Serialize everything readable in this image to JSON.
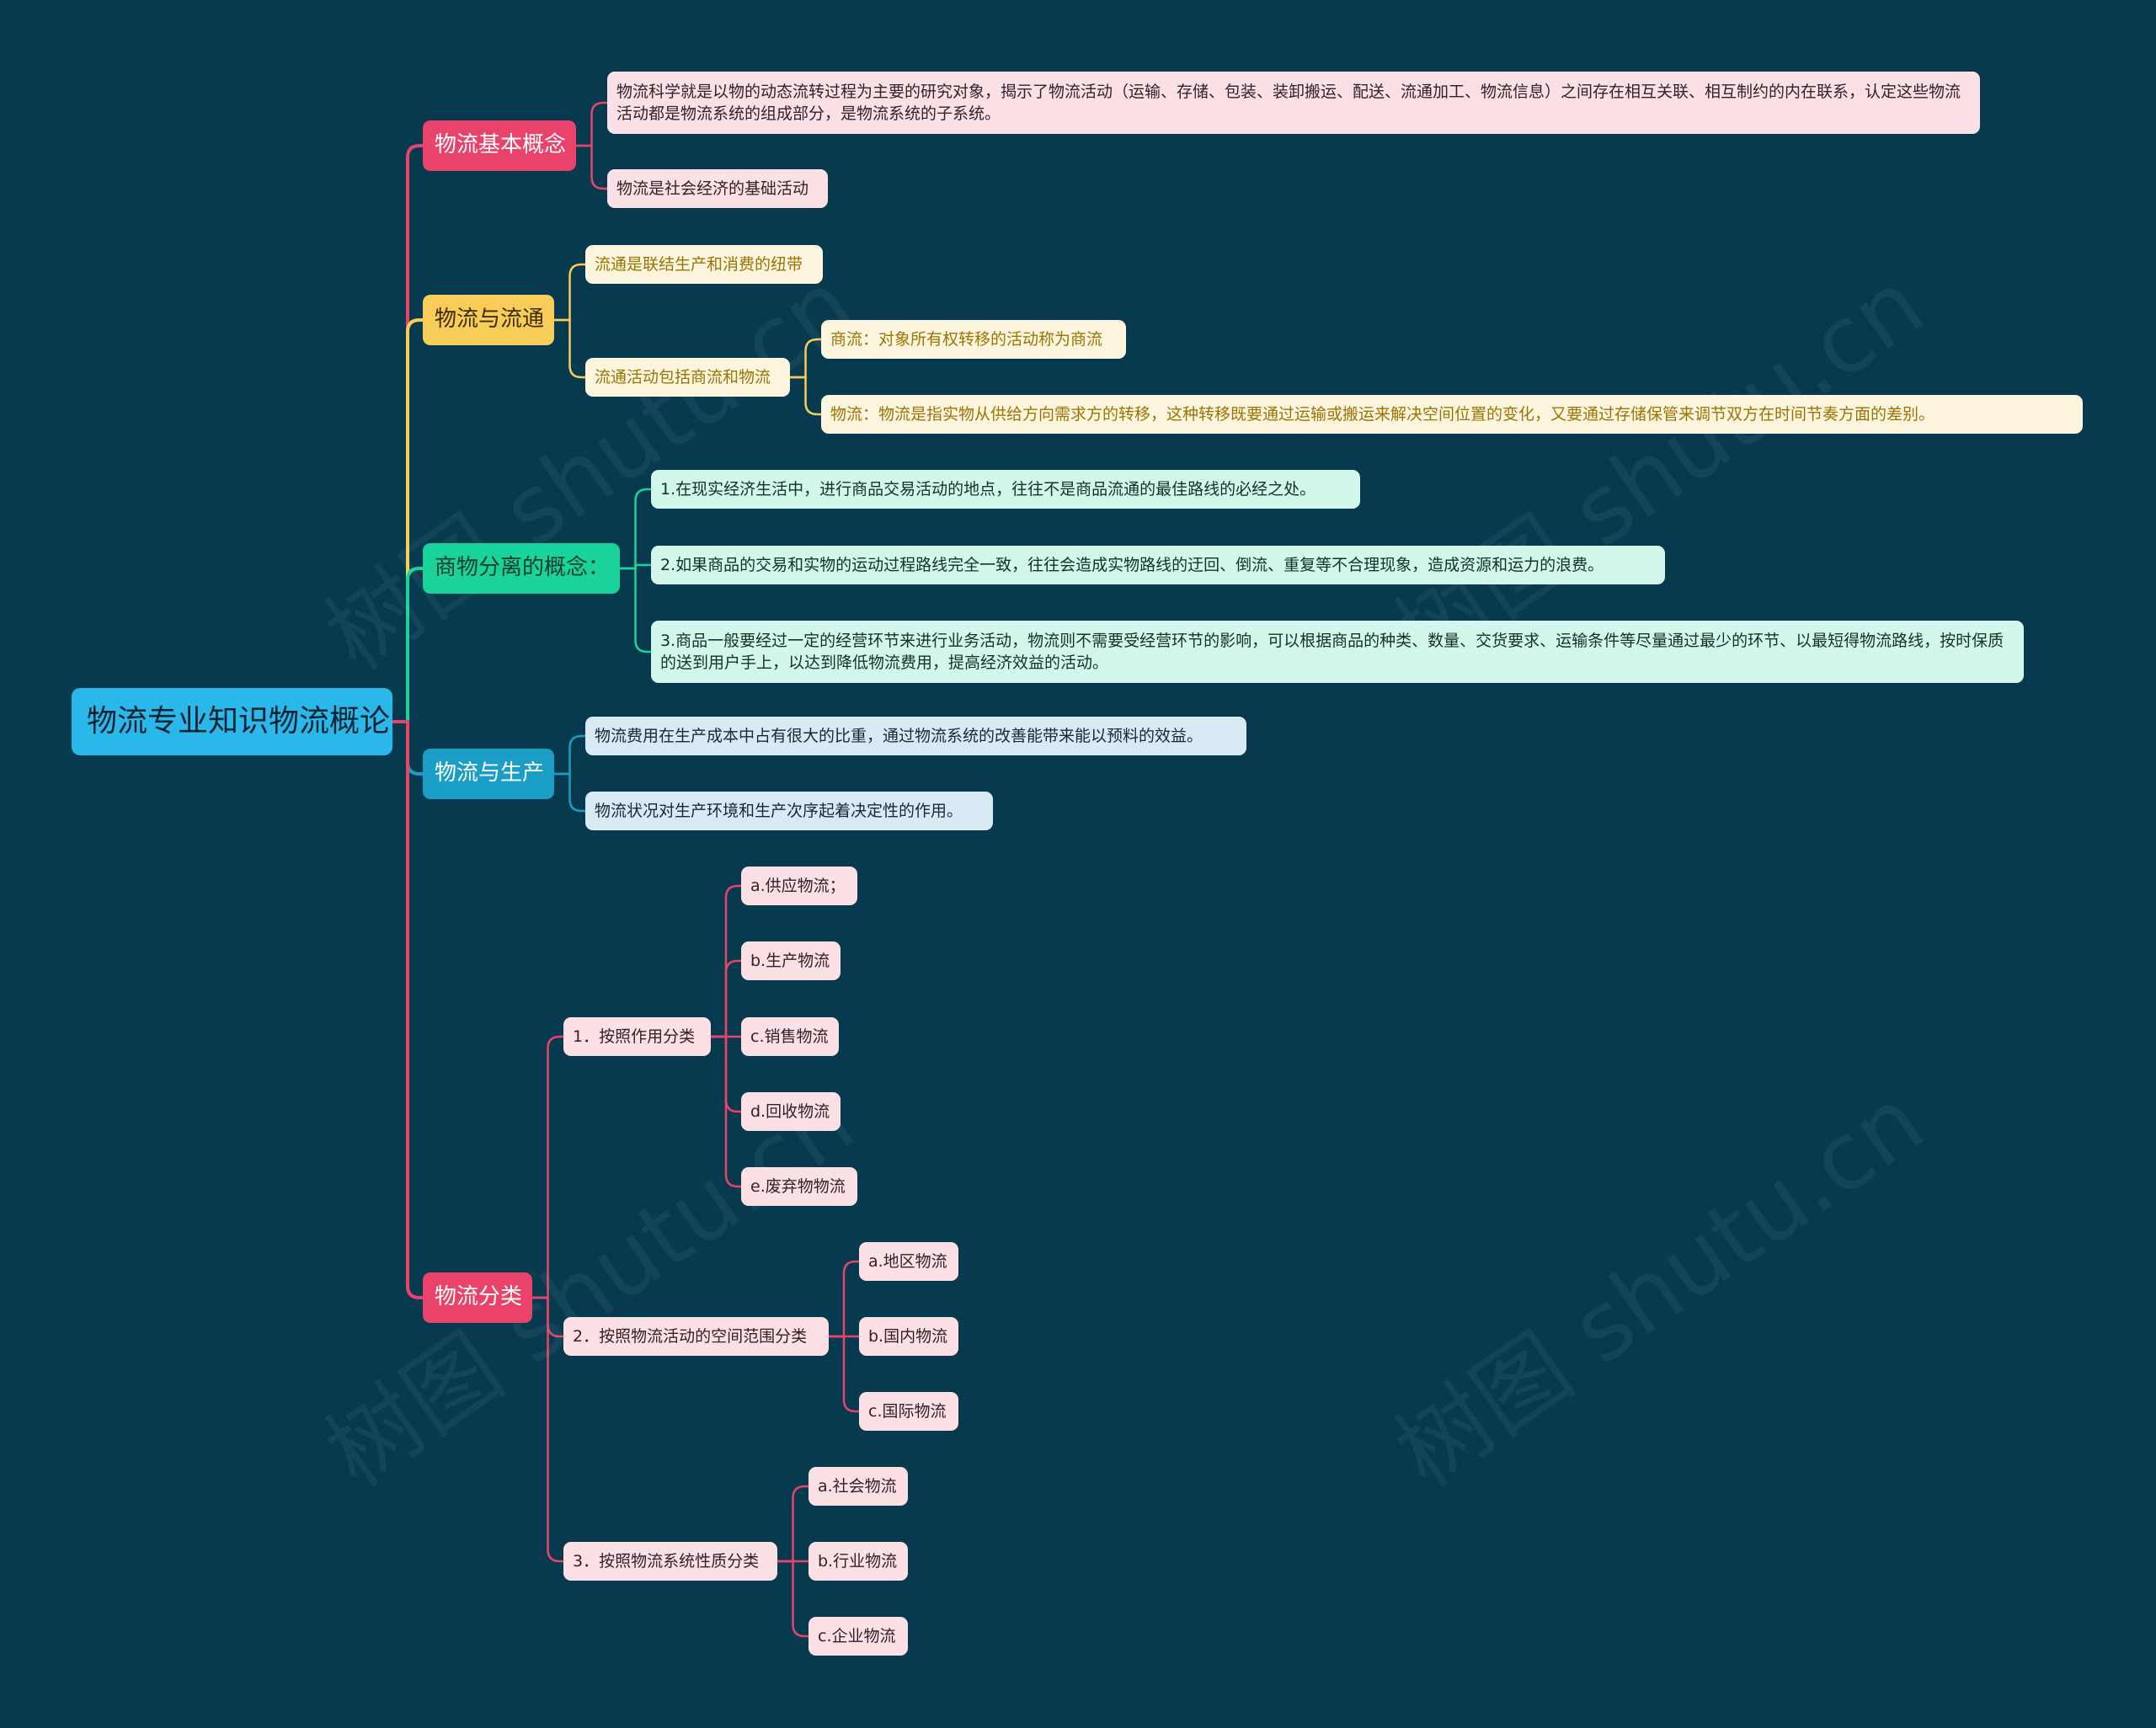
{
  "colors": {
    "background": "#073a4e",
    "red": "#e9436b",
    "yellow": "#f8cc58",
    "green": "#1ad39a",
    "blue": "#1a9ec6",
    "root": "#2ab8ea"
  },
  "watermark": "树图 shutu.cn",
  "mindmap": {
    "root": "物流专业知识物流概论",
    "branches": [
      {
        "label": "物流基本概念",
        "children": [
          {
            "label": "物流科学就是以物的动态流转过程为主要的研究对象，揭示了物流活动（运输、存储、包装、装卸搬运、配送、流通加工、物流信息）之间存在相互关联、相互制约的内在联系，认定这些物流活动都是物流系统的组成部分，是物流系统的子系统。"
          },
          {
            "label": "物流是社会经济的基础活动"
          }
        ]
      },
      {
        "label": "物流与流通",
        "children": [
          {
            "label": "流通是联结生产和消费的纽带"
          },
          {
            "label": "流通活动包括商流和物流",
            "children": [
              {
                "label": "商流：对象所有权转移的活动称为商流"
              },
              {
                "label": "物流：物流是指实物从供给方向需求方的转移，这种转移既要通过运输或搬运来解决空间位置的变化，又要通过存储保管来调节双方在时间节奏方面的差别。"
              }
            ]
          }
        ]
      },
      {
        "label": "商物分离的概念：",
        "children": [
          {
            "label": "1.在现实经济生活中，进行商品交易活动的地点，往往不是商品流通的最佳路线的必经之处。"
          },
          {
            "label": "2.如果商品的交易和实物的运动过程路线完全一致，往往会造成实物路线的迂回、倒流、重复等不合理现象，造成资源和运力的浪费。"
          },
          {
            "label": "3.商品一般要经过一定的经营环节来进行业务活动，物流则不需要受经营环节的影响，可以根据商品的种类、数量、交货要求、运输条件等尽量通过最少的环节、以最短得物流路线，按时保质的送到用户手上，以达到降低物流费用，提高经济效益的活动。"
          }
        ]
      },
      {
        "label": "物流与生产",
        "children": [
          {
            "label": "物流费用在生产成本中占有很大的比重，通过物流系统的改善能带来能以预料的效益。"
          },
          {
            "label": "物流状况对生产环境和生产次序起着决定性的作用。"
          }
        ]
      },
      {
        "label": "物流分类",
        "children": [
          {
            "label": "1．按照作用分类",
            "children": [
              {
                "label": "a.供应物流；"
              },
              {
                "label": "b.生产物流"
              },
              {
                "label": "c.销售物流"
              },
              {
                "label": "d.回收物流"
              },
              {
                "label": "e.废弃物物流"
              }
            ]
          },
          {
            "label": "2．按照物流活动的空间范围分类",
            "children": [
              {
                "label": "a.地区物流"
              },
              {
                "label": "b.国内物流"
              },
              {
                "label": "c.国际物流"
              }
            ]
          },
          {
            "label": "3．按照物流系统性质分类",
            "children": [
              {
                "label": "a.社会物流"
              },
              {
                "label": "b.行业物流"
              },
              {
                "label": "c.企业物流"
              }
            ]
          }
        ]
      }
    ]
  }
}
